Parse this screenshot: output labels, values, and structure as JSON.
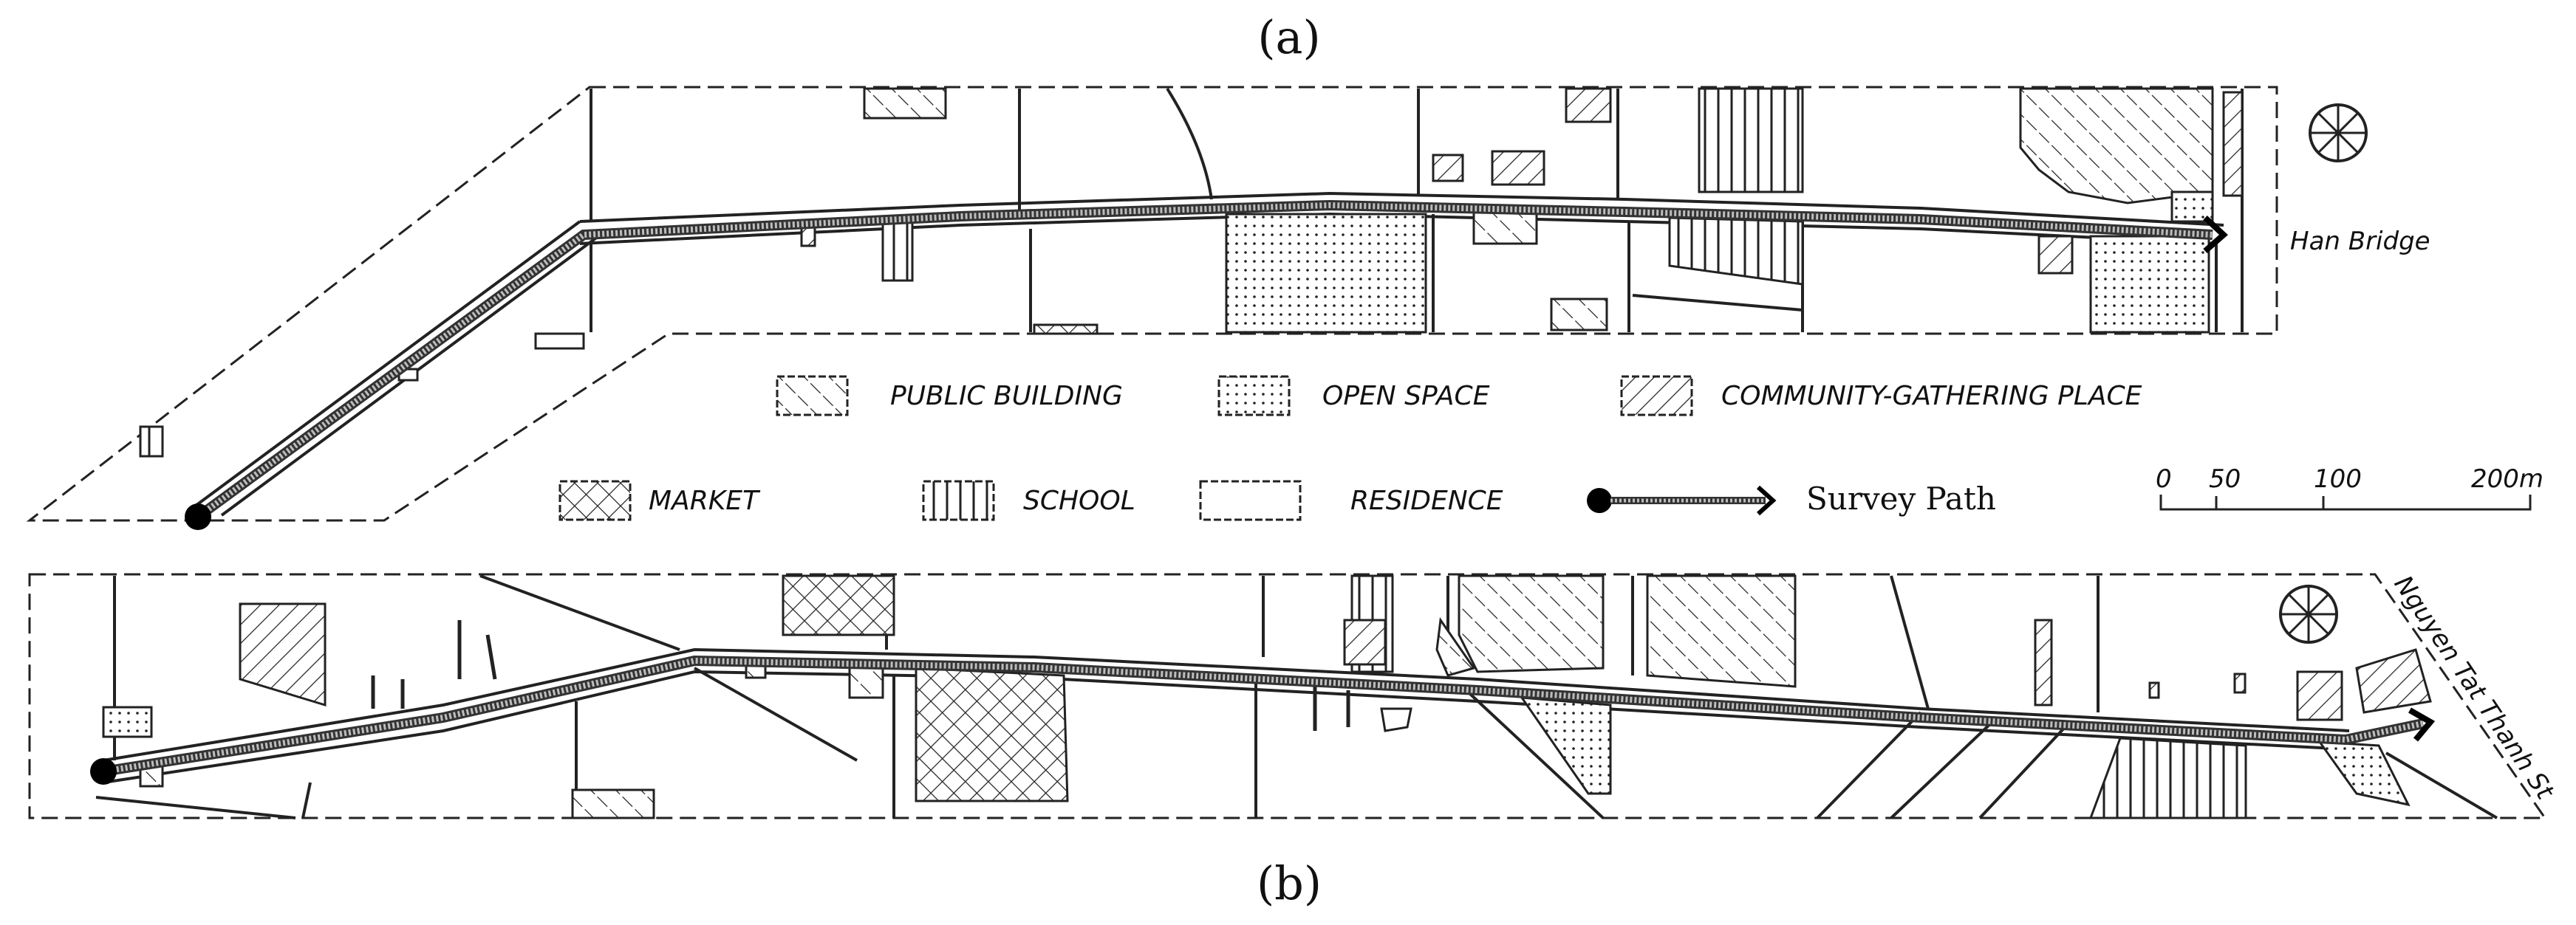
{
  "captions": {
    "top": "(a)",
    "bottom": "(b)"
  },
  "places": {
    "han_bridge": "Han Bridge",
    "street": "Nguyen Tat Thanh St"
  },
  "legend": {
    "public_building": "PUBLIC BUILDING",
    "open_space": "OPEN SPACE",
    "community": "COMMUNITY-GATHERING  PLACE",
    "market": "MARKET",
    "school": "SCHOOL",
    "residence": "RESIDENCE",
    "survey_path": "Survey Path"
  },
  "scale": {
    "t0": "0",
    "t50": "50",
    "t100": "100",
    "t200": "200m"
  },
  "icons": [
    "north-arrow-icon",
    "survey-path-start-dot-icon",
    "survey-path-end-arrow-icon"
  ]
}
